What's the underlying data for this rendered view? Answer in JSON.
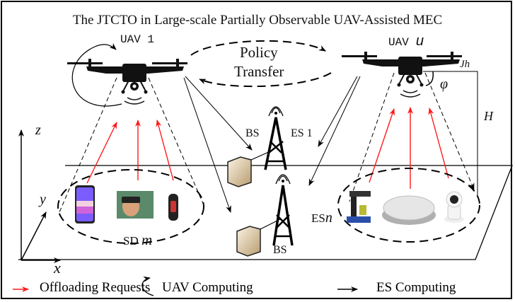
{
  "title": "The JTCTO in Large-scale Partially Observable UAV-Assisted MEC",
  "uavs": [
    {
      "label": "UAV",
      "index": "1"
    },
    {
      "label": "UAV",
      "index": "u"
    }
  ],
  "policy_transfer": {
    "line1": "Policy",
    "line2": "Transfer"
  },
  "geometry_symbols": {
    "height": "H",
    "jh": "Jh",
    "angle": "φ"
  },
  "axes": {
    "x": "x",
    "y": "y",
    "z": "z"
  },
  "base_stations": [
    {
      "bs_label": "BS",
      "es_label": "ES 1"
    },
    {
      "bs_label": "BS",
      "es_label": "ES",
      "es_index": "n"
    }
  ],
  "sd_group": {
    "label": "SD",
    "index": "m",
    "devices": [
      "smartphone",
      "vr-headset",
      "smart-band"
    ]
  },
  "es_group_devices": [
    "3d-printer",
    "robot-vacuum",
    "security-camera"
  ],
  "legend": [
    {
      "label": "Offloading Requests",
      "kind": "red-arrow",
      "color": "#ff1a1a"
    },
    {
      "label": "UAV Computing",
      "kind": "curved-arrow",
      "color": "#000000"
    },
    {
      "label": "ES Computing",
      "kind": "black-arrow",
      "color": "#000000"
    }
  ],
  "colors": {
    "offload": "#ff1a1a",
    "line": "#000000"
  }
}
